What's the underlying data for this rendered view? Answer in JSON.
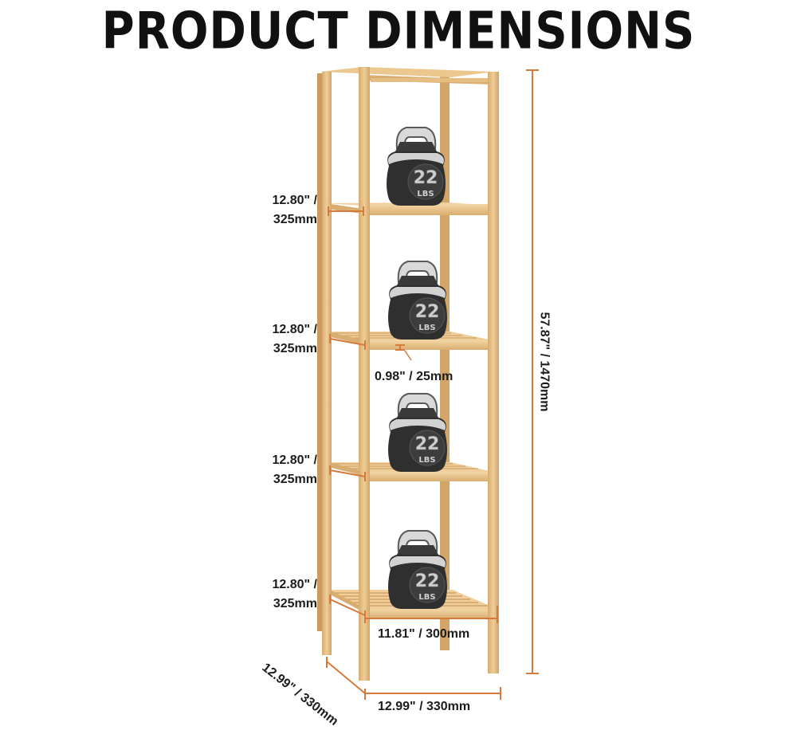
{
  "title": "PRODUCT DIMENSIONS",
  "dimensions": {
    "shelf_gap_1": [
      "12.80\" /",
      "325mm"
    ],
    "shelf_gap_2": [
      "12.80\" /",
      "325mm"
    ],
    "shelf_gap_3": [
      "12.80\" /",
      "325mm"
    ],
    "shelf_gap_4": [
      "12.80\" /",
      "325mm"
    ],
    "slat_thickness": "0.98\" / 25mm",
    "shelf_width": "11.81\" / 300mm",
    "depth": "12.99\" / 330mm",
    "width": "12.99\" / 330mm",
    "height": "57.87\" / 1470mm"
  },
  "kettlebell_label": [
    "22",
    "LBS"
  ],
  "colors": {
    "bamboo": "#e9c48d",
    "bamboo_dark": "#c99a5c",
    "dimension_line": "#d47a3c",
    "kettlebell": "#2e2e2e"
  }
}
